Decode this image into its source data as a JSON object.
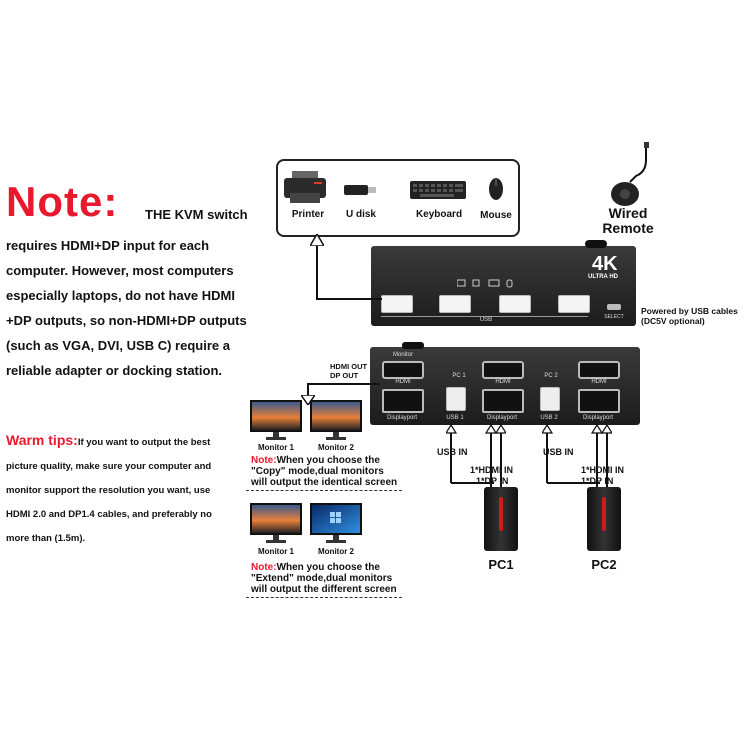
{
  "note": {
    "title": "Note:",
    "first_line": "THE KVM switch",
    "lines": [
      "requires HDMI+DP input for each",
      "computer. However, most computers",
      "especially laptops, do not have HDMI",
      "+DP outputs, so non-HDMI+DP outputs",
      "(such as VGA, DVI, USB C) require a",
      "reliable adapter or docking station."
    ]
  },
  "warm_tips": {
    "head": "Warm tips:",
    "first": "If you want to output the best",
    "lines": [
      "picture quality, make sure your computer and",
      "monitor support the resolution you want, use",
      "HDMI 2.0 and DP1.4 cables, and preferably no",
      "more than (1.5m)."
    ]
  },
  "peripherals": {
    "printer": "Printer",
    "udisk": "U disk",
    "keyboard": "Keyboard",
    "mouse": "Mouse"
  },
  "remote": {
    "line1": "Wired",
    "line2": "Remote"
  },
  "front_panel": {
    "badge_big": "4K",
    "badge_small": "ULTRA HD",
    "usb_label": "USB",
    "select_label": "SELECT",
    "power_note_1": "Powered by USB cables",
    "power_note_2": "(DC5V optional)"
  },
  "back_panel": {
    "monitor_label": "Monitor",
    "hdmi_label": "HDMI",
    "dp_label": "Displayport",
    "pc1_label": "PC 1",
    "pc2_label": "PC 2",
    "usb1_label": "USB 1",
    "usb2_label": "USB 2"
  },
  "out_label": {
    "line1": "HDMI OUT",
    "line2": "DP OUT"
  },
  "monitors": {
    "m1": "Monitor 1",
    "m2": "Monitor 2"
  },
  "copy_note": {
    "red": "Note:",
    "l1": "When you choose the",
    "l2": "\"Copy\" mode,dual monitors",
    "l3": "will output the identical screen"
  },
  "extend_note": {
    "red": "Note:",
    "l1": "When you choose the",
    "l2": "\"Extend\" mode,dual monitors",
    "l3": "will output the different screen"
  },
  "pc1": {
    "usb_in": "USB IN",
    "hdmi_in": "1*HDMI IN",
    "dp_in": "1*DP IN",
    "name": "PC1"
  },
  "pc2": {
    "usb_in": "USB IN",
    "hdmi_in": "1*HDMI IN",
    "dp_in": "1*DP IN",
    "name": "PC2"
  },
  "colors": {
    "accent_red": "#e8192c",
    "device": "#2a2a2a"
  }
}
